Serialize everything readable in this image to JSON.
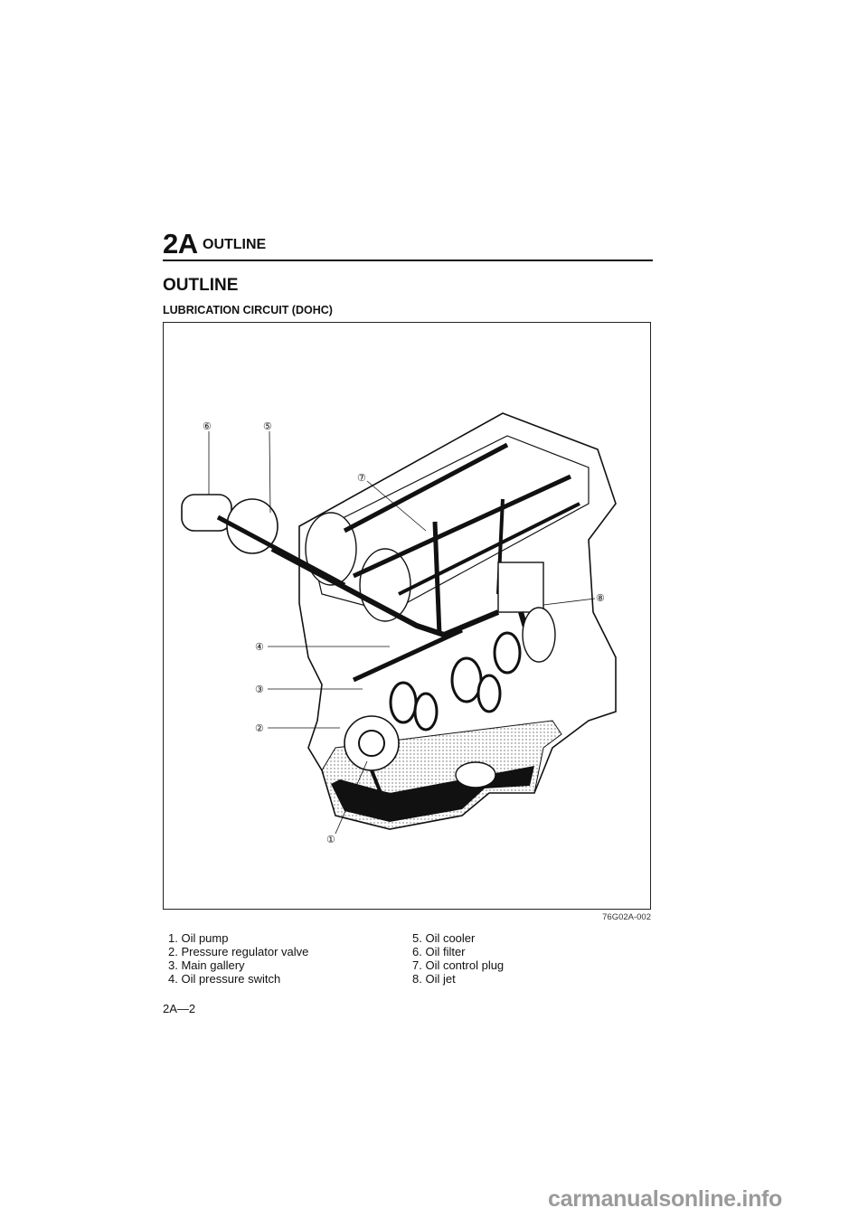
{
  "header": {
    "section": "2A",
    "section_title": "OUTLINE"
  },
  "page_title": "OUTLINE",
  "subtitle": "LUBRICATION CIRCUIT (DOHC)",
  "figure": {
    "callouts": [
      "①",
      "②",
      "③",
      "④",
      "⑤",
      "⑥",
      "⑦",
      "⑧"
    ],
    "code": "76G02A-002"
  },
  "legend": {
    "left": [
      "1. Oil pump",
      "2. Pressure regulator valve",
      "3. Main gallery",
      "4. Oil pressure switch"
    ],
    "right": [
      "5. Oil cooler",
      "6. Oil filter",
      "7. Oil control plug",
      "8. Oil jet"
    ]
  },
  "page_number": "2A—2",
  "watermark": "carmanualsonline.info"
}
